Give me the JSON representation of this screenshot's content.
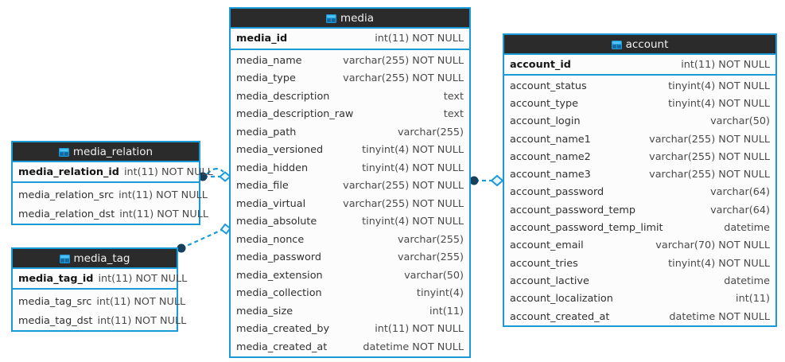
{
  "diagram": {
    "kind": "database-er-diagram",
    "colors": {
      "border": "#1a9ad7",
      "header_bg": "#2b2b2b",
      "header_text": "#f2f2f2",
      "body_bg": "#fcfcfc",
      "text": "#303030",
      "edge": "#1a9ad7"
    }
  },
  "entities": [
    {
      "id": "media",
      "name": "media",
      "icon": "table-icon",
      "primary_key": {
        "name": "media_id",
        "type": "int(11) NOT NULL"
      },
      "columns": [
        {
          "name": "media_name",
          "type": "varchar(255) NOT NULL"
        },
        {
          "name": "media_type",
          "type": "varchar(255) NOT NULL"
        },
        {
          "name": "media_description",
          "type": "text"
        },
        {
          "name": "media_description_raw",
          "type": "text"
        },
        {
          "name": "media_path",
          "type": "varchar(255)"
        },
        {
          "name": "media_versioned",
          "type": "tinyint(4) NOT NULL"
        },
        {
          "name": "media_hidden",
          "type": "tinyint(4) NOT NULL"
        },
        {
          "name": "media_file",
          "type": "varchar(255) NOT NULL"
        },
        {
          "name": "media_virtual",
          "type": "varchar(255) NOT NULL"
        },
        {
          "name": "media_absolute",
          "type": "tinyint(4) NOT NULL"
        },
        {
          "name": "media_nonce",
          "type": "varchar(255)"
        },
        {
          "name": "media_password",
          "type": "varchar(255)"
        },
        {
          "name": "media_extension",
          "type": "varchar(50)"
        },
        {
          "name": "media_collection",
          "type": "tinyint(4)"
        },
        {
          "name": "media_size",
          "type": "int(11)"
        },
        {
          "name": "media_created_by",
          "type": "int(11) NOT NULL"
        },
        {
          "name": "media_created_at",
          "type": "datetime NOT NULL"
        }
      ]
    },
    {
      "id": "account",
      "name": "account",
      "icon": "table-icon",
      "primary_key": {
        "name": "account_id",
        "type": "int(11) NOT NULL"
      },
      "columns": [
        {
          "name": "account_status",
          "type": "tinyint(4) NOT NULL"
        },
        {
          "name": "account_type",
          "type": "tinyint(4) NOT NULL"
        },
        {
          "name": "account_login",
          "type": "varchar(50)"
        },
        {
          "name": "account_name1",
          "type": "varchar(255) NOT NULL"
        },
        {
          "name": "account_name2",
          "type": "varchar(255) NOT NULL"
        },
        {
          "name": "account_name3",
          "type": "varchar(255) NOT NULL"
        },
        {
          "name": "account_password",
          "type": "varchar(64)"
        },
        {
          "name": "account_password_temp",
          "type": "varchar(64)"
        },
        {
          "name": "account_password_temp_limit",
          "type": "datetime"
        },
        {
          "name": "account_email",
          "type": "varchar(70) NOT NULL"
        },
        {
          "name": "account_tries",
          "type": "tinyint(4) NOT NULL"
        },
        {
          "name": "account_lactive",
          "type": "datetime"
        },
        {
          "name": "account_localization",
          "type": "int(11)"
        },
        {
          "name": "account_created_at",
          "type": "datetime NOT NULL"
        }
      ]
    },
    {
      "id": "media_relation",
      "name": "media_relation",
      "icon": "table-icon",
      "primary_key": {
        "name": "media_relation_id",
        "type": "int(11) NOT NULL"
      },
      "columns": [
        {
          "name": "media_relation_src",
          "type": "int(11) NOT NULL"
        },
        {
          "name": "media_relation_dst",
          "type": "int(11) NOT NULL"
        }
      ]
    },
    {
      "id": "media_tag",
      "name": "media_tag",
      "icon": "table-icon",
      "primary_key": {
        "name": "media_tag_id",
        "type": "int(11) NOT NULL"
      },
      "columns": [
        {
          "name": "media_tag_src",
          "type": "int(11) NOT NULL"
        },
        {
          "name": "media_tag_dst",
          "type": "int(11) NOT NULL"
        }
      ]
    }
  ],
  "relationships": [
    {
      "id": "rel-media_relation-media",
      "from": "media_relation",
      "to": "media",
      "from_marker": "dot",
      "to_marker": "diamond",
      "style": "dashed"
    },
    {
      "id": "rel-media_tag-media",
      "from": "media_tag",
      "to": "media",
      "from_marker": "dot",
      "to_marker": "diamond",
      "style": "dashed"
    },
    {
      "id": "rel-media-account",
      "from": "media",
      "to": "account",
      "from_marker": "dot",
      "to_marker": "diamond",
      "style": "dashed"
    }
  ]
}
